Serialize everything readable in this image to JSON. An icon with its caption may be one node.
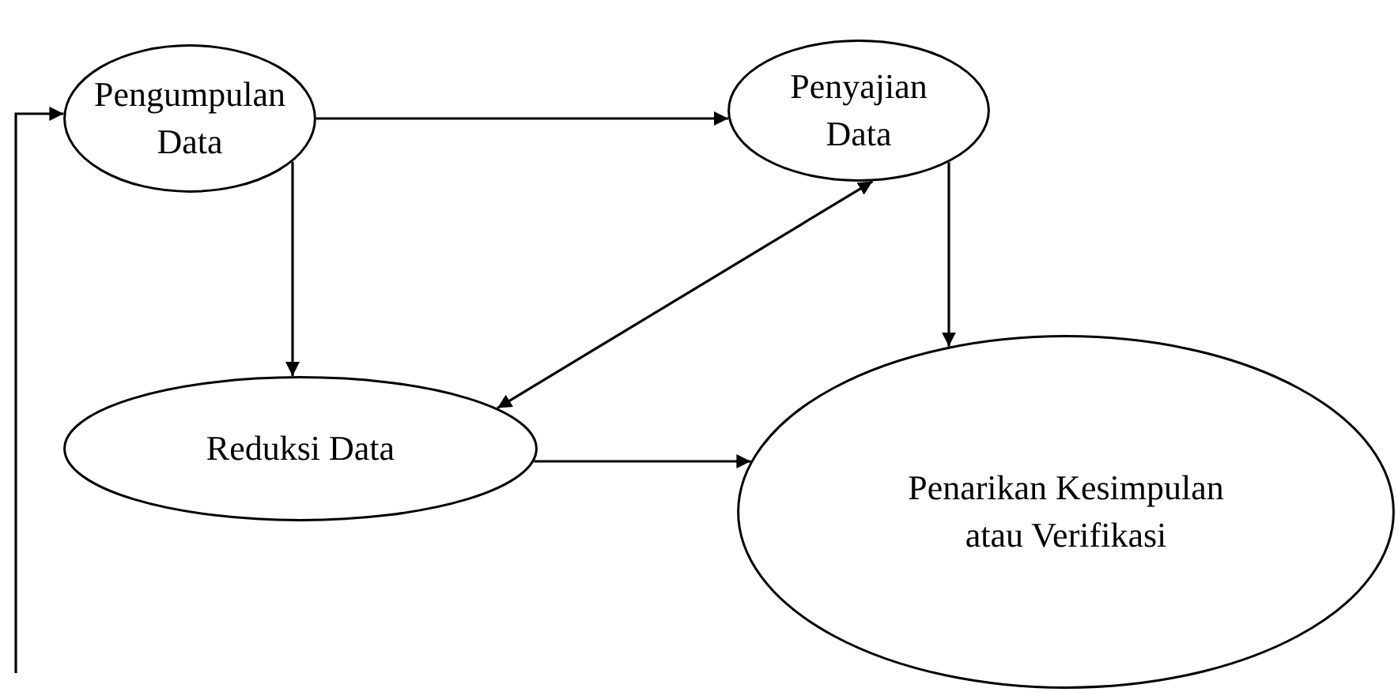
{
  "diagram": {
    "nodes": [
      {
        "text": [
          "Pengumpulan Data"
        ]
      },
      {
        "text": [
          "Penyajian Data"
        ]
      },
      {
        "text": [
          "Reduksi Data"
        ]
      },
      {
        "text": [
          "Penarikan Kesimpulan atau Verifikasi"
        ]
      }
    ],
    "edges": [
      {
        "from": 0,
        "to": 1,
        "arrow": "to"
      },
      {
        "from": 0,
        "to": 2,
        "arrow": "to"
      },
      {
        "from": 1,
        "to": 3,
        "arrow": "to"
      },
      {
        "from": 2,
        "to": 1,
        "arrow": "both"
      },
      {
        "from": 2,
        "to": 3,
        "arrow": "to"
      },
      {
        "from": null,
        "to": 0,
        "arrow": "to"
      }
    ]
  }
}
